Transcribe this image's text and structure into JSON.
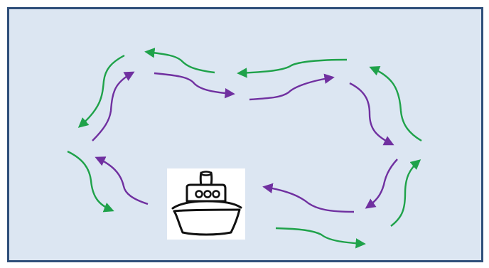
{
  "diagram": {
    "colors": {
      "background": "#dce6f2",
      "border": "#2f4f7a",
      "green_arrow": "#1fa24a",
      "purple_arrow": "#7030a0",
      "ship_stroke": "#111111",
      "ship_fill": "#ffffff"
    },
    "arrows": [
      {
        "id": "green-top-left-arrow",
        "color": "green",
        "direction": "left"
      },
      {
        "id": "purple-top-left-arrow",
        "color": "purple",
        "direction": "right"
      },
      {
        "id": "green-top-right-arrow",
        "color": "green",
        "direction": "left"
      },
      {
        "id": "purple-top-right-arrow",
        "color": "purple",
        "direction": "right"
      },
      {
        "id": "green-left-upper-arrow",
        "color": "green",
        "direction": "down"
      },
      {
        "id": "purple-left-upper-arrow",
        "color": "purple",
        "direction": "up"
      },
      {
        "id": "green-left-lower-arrow",
        "color": "green",
        "direction": "down"
      },
      {
        "id": "purple-left-lower-arrow",
        "color": "purple",
        "direction": "up"
      },
      {
        "id": "green-right-upper-arrow",
        "color": "green",
        "direction": "up"
      },
      {
        "id": "purple-right-upper-arrow",
        "color": "purple",
        "direction": "down"
      },
      {
        "id": "green-right-lower-arrow",
        "color": "green",
        "direction": "up"
      },
      {
        "id": "purple-right-lower-arrow",
        "color": "purple",
        "direction": "down"
      },
      {
        "id": "green-bottom-arrow",
        "color": "green",
        "direction": "right"
      },
      {
        "id": "purple-bottom-arrow",
        "color": "purple",
        "direction": "left"
      }
    ],
    "ship": {
      "icon": "ship-icon"
    }
  }
}
